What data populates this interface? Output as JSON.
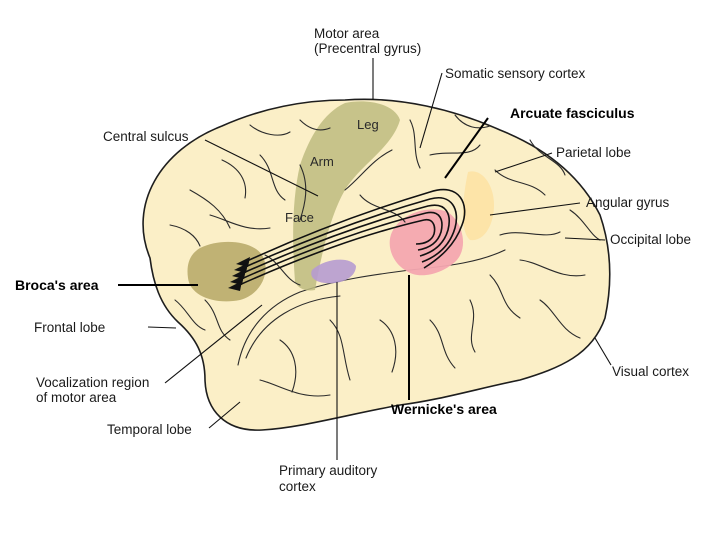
{
  "labels": {
    "motor_area_line1": "Motor area",
    "motor_area_line2": "(Precentral gyrus)",
    "somatic_sensory_cortex": "Somatic sensory cortex",
    "arcuate_fasciculus": "Arcuate fasciculus",
    "central_sulcus": "Central sulcus",
    "parietal_lobe": "Parietal lobe",
    "angular_gyrus": "Angular gyrus",
    "occipital_lobe": "Occipital lobe",
    "brocas_area": "Broca's area",
    "frontal_lobe": "Frontal lobe",
    "vocalization_line1": "Vocalization region",
    "vocalization_line2": "of motor area",
    "visual_cortex": "Visual cortex",
    "wernickes_area": "Wernicke's area",
    "temporal_lobe": "Temporal lobe",
    "auditory_line1": "Primary auditory",
    "auditory_line2": "cortex"
  },
  "motor_strip": {
    "leg": "Leg",
    "arm": "Arm",
    "face": "Face"
  },
  "colors": {
    "brain": "#fbefc7",
    "outline": "#1e1e1e",
    "motor_area": "#bdbb7f",
    "brocas_area": "#b9ab6a",
    "wernickes_area": "#f4a7b0",
    "angular_gyrus": "#fde3a7",
    "primary_auditory_cortex": "#b69bd0"
  }
}
